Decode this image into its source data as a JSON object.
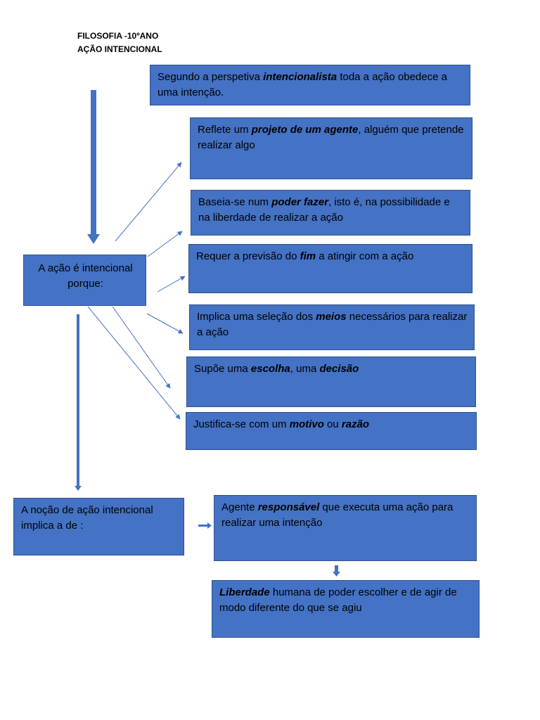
{
  "colors": {
    "box_fill": "#4472c4",
    "box_border": "#2f528f",
    "arrow": "#4472c4",
    "text": "#000000"
  },
  "header": {
    "line1": "FILOSOFIA -10ºANO",
    "line2": "AÇÃO INTENCIONAL"
  },
  "intro": [
    {
      "t": "Segundo a perspetiva "
    },
    {
      "t": "intencionalista",
      "em": true
    },
    {
      "t": " toda a ação obedece a uma intenção."
    }
  ],
  "center_box": "A ação é intencional porque:",
  "reasons": [
    [
      {
        "t": "Reflete  um "
      },
      {
        "t": "projeto de um agente",
        "em": true
      },
      {
        "t": ", alguém que pretende realizar algo"
      }
    ],
    [
      {
        "t": "Baseia-se num "
      },
      {
        "t": "poder fazer",
        "em": true
      },
      {
        "t": ", isto é, na possibilidade e na liberdade de realizar a ação"
      }
    ],
    [
      {
        "t": "Requer a previsão do "
      },
      {
        "t": "fim",
        "em": true
      },
      {
        "t": " a atingir com a ação"
      }
    ],
    [
      {
        "t": "Implica  uma seleção dos "
      },
      {
        "t": "meios",
        "em": true
      },
      {
        "t": " necessários para realizar a ação"
      }
    ],
    [
      {
        "t": "Supõe uma "
      },
      {
        "t": "escolha",
        "em": true
      },
      {
        "t": ", uma "
      },
      {
        "t": "decisão",
        "em": true
      }
    ],
    [
      {
        "t": "Justifica-se com um "
      },
      {
        "t": "motivo",
        "em": true
      },
      {
        "t": " ou "
      },
      {
        "t": "razão",
        "em": true
      }
    ]
  ],
  "implication_box": "A noção de ação intencional implica a de :",
  "agent_box": [
    {
      "t": "Agente "
    },
    {
      "t": "responsável",
      "em": true
    },
    {
      "t": " que executa uma ação para realizar uma intenção"
    }
  ],
  "freedom_box": [
    {
      "t": "Liberdade",
      "em": true
    },
    {
      "t": " humana de poder escolher e de agir de modo diferente do que se agiu"
    }
  ]
}
